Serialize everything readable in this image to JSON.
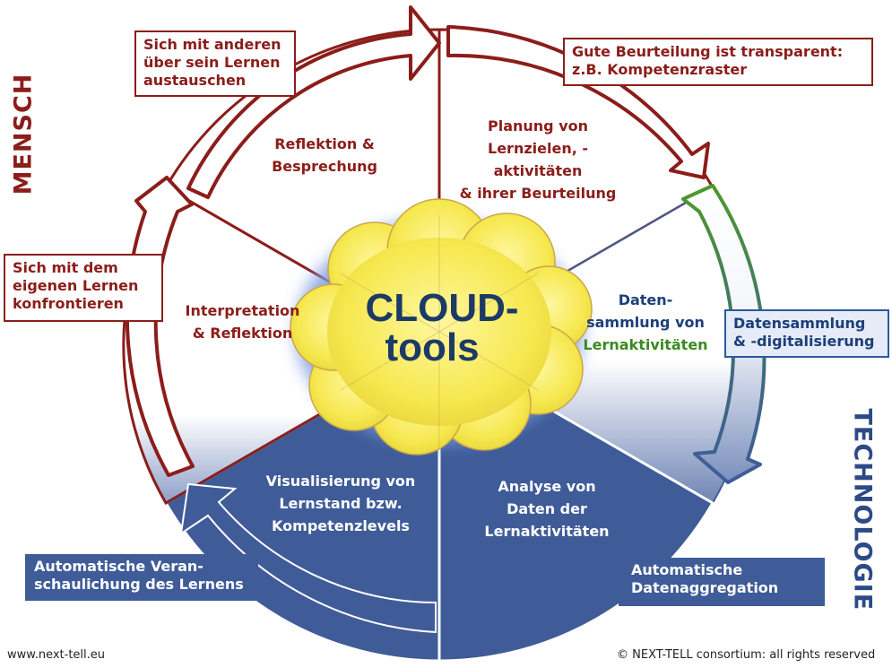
{
  "center": {
    "line1": "CLOUD-",
    "line2": "tools"
  },
  "side_labels": {
    "left": "MENSCH",
    "right": "TECHNOLOGIE"
  },
  "segments": {
    "reflection": [
      "Reflektion &",
      "Besprechung"
    ],
    "planning": [
      "Planung von",
      "Lernzielen, -",
      "aktivitäten",
      "& ihrer Beurteilung"
    ],
    "collection": {
      "line1": "Daten-",
      "line2": "sammlung von",
      "line3": "Lernaktivitäten"
    },
    "analysis": [
      "Analyse von",
      "Daten der",
      "Lernaktivitäten"
    ],
    "visualization": [
      "Visualisierung von",
      "Lernstand bzw.",
      "Kompetenzlevels"
    ],
    "interpretation": [
      "Interpretation",
      "& Reflektion"
    ]
  },
  "boxes": {
    "exchange": [
      "Sich mit anderen",
      "über sein Lernen",
      "austauschen"
    ],
    "assessment": [
      "Gute Beurteilung ist transparent:",
      "z.B. Kompetenzraster"
    ],
    "confront": [
      "Sich mit dem",
      "eigenen Lernen",
      "konfrontieren"
    ],
    "digitization": [
      "Datensammlung",
      "& -digitalisierung"
    ],
    "auto_visual": [
      "Automatische Veran-",
      "schaulichung des Lernens"
    ],
    "auto_aggregation": [
      "Automatische",
      "Datenaggregation"
    ]
  },
  "footer": {
    "left": "www.next-tell.eu",
    "right": "© NEXT-TELL consortium: all rights reserved"
  },
  "colors": {
    "red": "#8b1d1a",
    "navy": "#3f5c99",
    "dark_blue": "#1c3f7a",
    "green": "#3a8a1f",
    "cloud": "#f5e85a"
  }
}
